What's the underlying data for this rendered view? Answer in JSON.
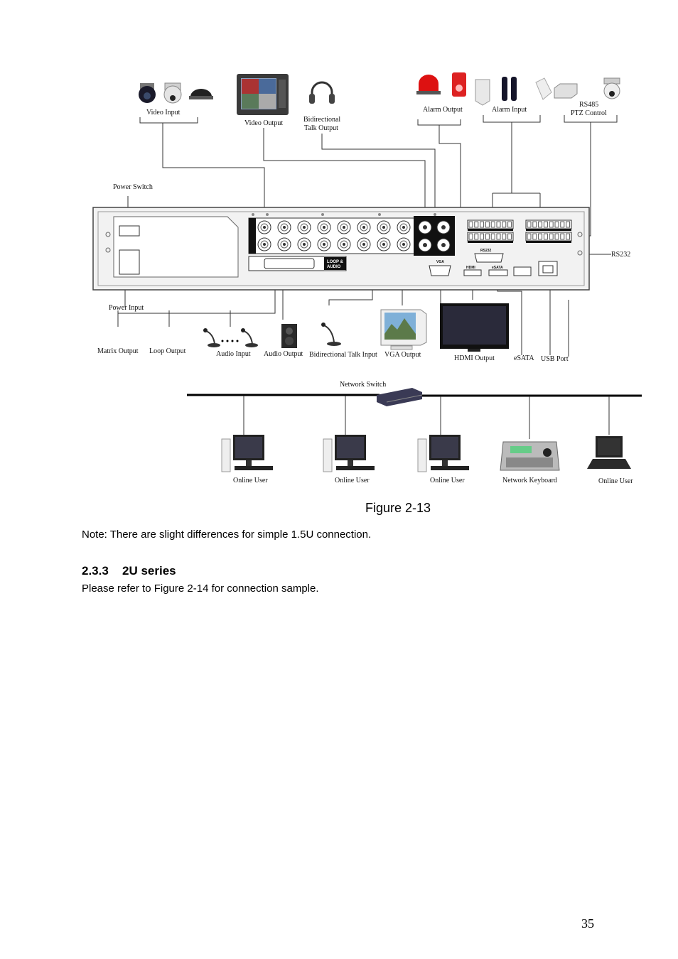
{
  "figure": {
    "labels": {
      "video_input": "Video Input",
      "video_output": "Video Output",
      "bidirectional_talk_output_1": "Bidirectional",
      "bidirectional_talk_output_2": "Talk Output",
      "alarm_output": "Alarm Output",
      "alarm_input": "Alarm Input",
      "rs485_1": "RS485",
      "rs485_2": "PTZ Control",
      "power_switch": "Power Switch",
      "power_input": "Power Input",
      "rs232": "RS232",
      "matrix_output": "Matrix Output",
      "loop_output": "Loop Output",
      "audio_input": "Audio Input",
      "audio_output": "Audio Output",
      "bidirectional_talk_input": "Bidirectional Talk Input",
      "vga_output": "VGA Output",
      "hdmi_output": "HDMI Output",
      "esata": "eSATA",
      "usb_port": "USB Port",
      "network_switch": "Network Switch",
      "online_user_1": "Online User",
      "online_user_2": "Online User",
      "online_user_3": "Online User",
      "network_keyboard": "Network Keyboard",
      "online_user_4": "Online User"
    },
    "panel_text": {
      "loop_audio_1": "LOOP &",
      "loop_audio_2": "AUDIO",
      "vga": "VGA",
      "hdmi": "HDMI",
      "esata": "eSATA",
      "rs232": "RS232"
    },
    "caption": "Figure 2-13"
  },
  "note": "Note: There are slight differences for simple 1.5U connection.",
  "section": {
    "number": "2.3.3",
    "title": "2U series"
  },
  "refer": "Please refer to Figure 2-14 for connection sample.",
  "page_number": "35"
}
